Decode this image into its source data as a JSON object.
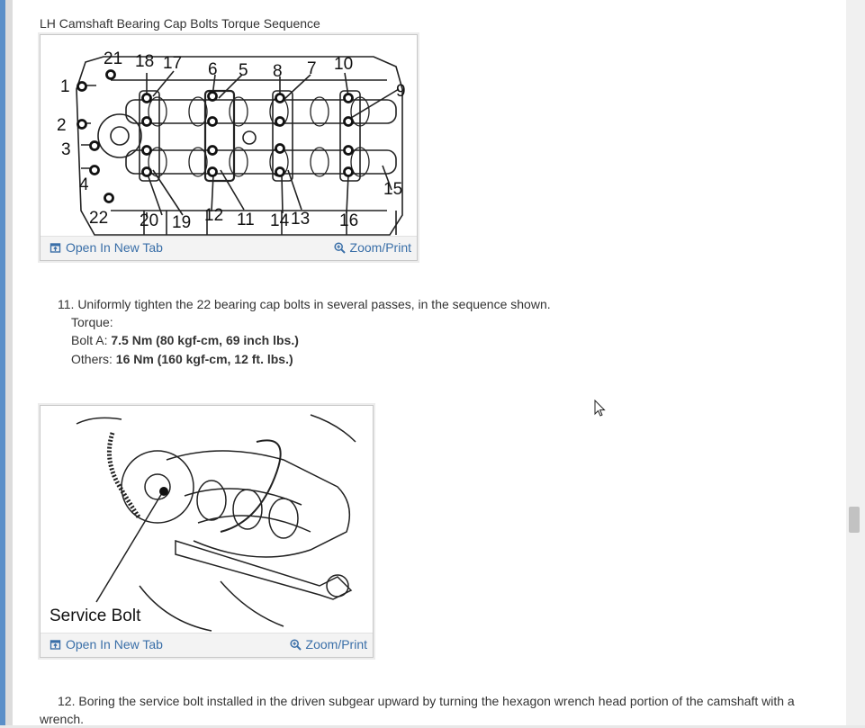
{
  "figure1": {
    "title": "LH Camshaft Bearing Cap Bolts Torque Sequence",
    "callouts": [
      "21",
      "18",
      "17",
      "6",
      "5",
      "8",
      "7",
      "10",
      "9",
      "1",
      "2",
      "3",
      "4",
      "15",
      "22",
      "20",
      "19",
      "12",
      "11",
      "14",
      "13",
      "16"
    ],
    "open_label": "Open In New Tab",
    "zoom_label": "Zoom/Print"
  },
  "step11": {
    "text": "11. Uniformly tighten the 22 bearing cap bolts in several passes, in the sequence shown.",
    "torque_label": "Torque:",
    "bolt_a_label": "Bolt A:",
    "bolt_a_value": "7.5 Nm (80 kgf-cm, 69 inch lbs.)",
    "others_label": "Others:",
    "others_value": "16 Nm (160 kgf-cm, 12 ft. lbs.)"
  },
  "figure2": {
    "callout": "Service Bolt",
    "open_label": "Open In New Tab",
    "zoom_label": "Zoom/Print"
  },
  "step12": {
    "text": "12. Boring the service bolt installed in the driven subgear upward by turning the hexagon wrench head portion of the camshaft with a",
    "text_cont": "wrench."
  },
  "colors": {
    "link": "#3a6fa8",
    "text": "#333333",
    "frame_strip": "#5b8fc8"
  },
  "icons": {
    "open": "open-in-new-tab-icon",
    "zoom": "magnifier-plus-icon",
    "cursor": "mouse-pointer-icon"
  }
}
